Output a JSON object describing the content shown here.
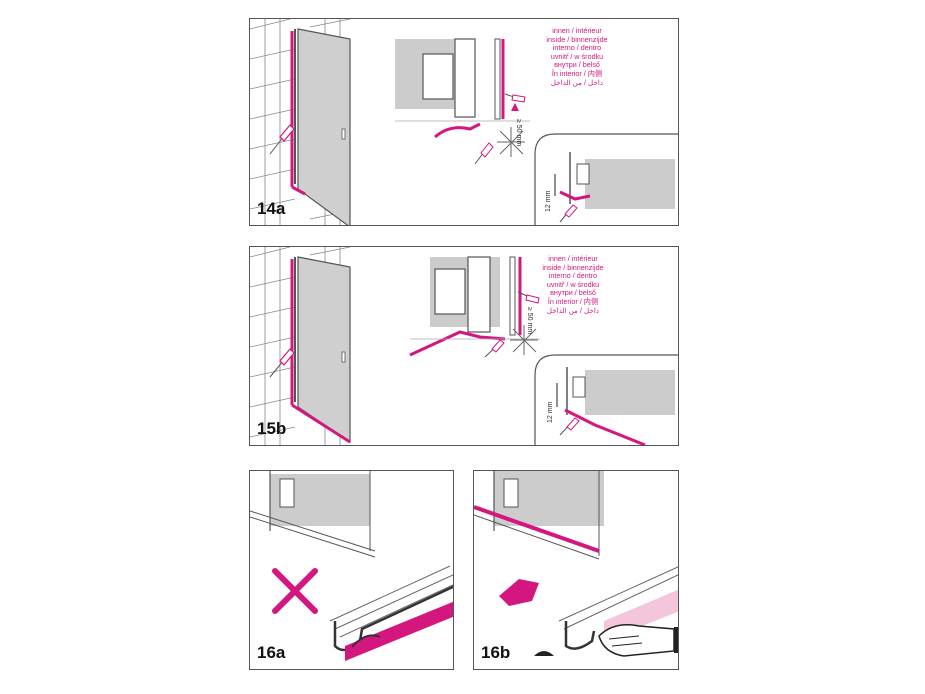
{
  "colors": {
    "accent": "#d4177f",
    "line": "#555555",
    "glass": "#cfcfcf"
  },
  "panels": [
    {
      "step": "14a",
      "legend": [
        "innen / intérieur",
        "inside / binnenzijde",
        "interno / dentro",
        "uvnitř / w środku",
        "внутри / belső",
        "În interior / 内侧",
        "داخل / من الداخل"
      ],
      "dim_gap": "≥ 50 mm",
      "dim_height": "12 mm"
    },
    {
      "step": "15b",
      "legend": [
        "innen / intérieur",
        "inside / binnenzijde",
        "interno / dentro",
        "uvnitř / w środku",
        "внутри / belső",
        "În interior / 内侧",
        "داخل / من الداخل"
      ],
      "dim_gap": "≥ 50 mm",
      "dim_height": "12 mm"
    },
    {
      "step": "16a"
    },
    {
      "step": "16b"
    }
  ]
}
